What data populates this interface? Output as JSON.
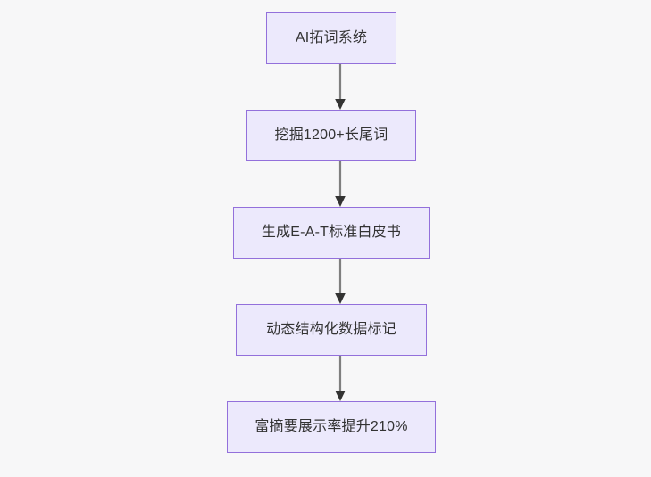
{
  "diagram": {
    "type": "flowchart",
    "direction": "top-to-bottom",
    "background_color": "#f7f7f8",
    "node_fill_color": "#ece9fc",
    "node_border_color": "#9370db",
    "node_text_color": "#333333",
    "edge_color": "#7f7f7f",
    "arrowhead_color": "#333333",
    "nodes": [
      {
        "id": "node-0",
        "label": "AI拓词系统"
      },
      {
        "id": "node-1",
        "label": "挖掘1200+长尾词"
      },
      {
        "id": "node-2",
        "label": "生成E-A-T标准白皮书"
      },
      {
        "id": "node-3",
        "label": "动态结构化数据标记"
      },
      {
        "id": "node-4",
        "label": "富摘要展示率提升210%"
      }
    ],
    "edges": [
      {
        "id": "edge-0",
        "from": "node-0",
        "to": "node-1",
        "label": ""
      },
      {
        "id": "edge-1",
        "from": "node-1",
        "to": "node-2",
        "label": ""
      },
      {
        "id": "edge-2",
        "from": "node-2",
        "to": "node-3",
        "label": ""
      },
      {
        "id": "edge-3",
        "from": "node-3",
        "to": "node-4",
        "label": ""
      }
    ]
  }
}
